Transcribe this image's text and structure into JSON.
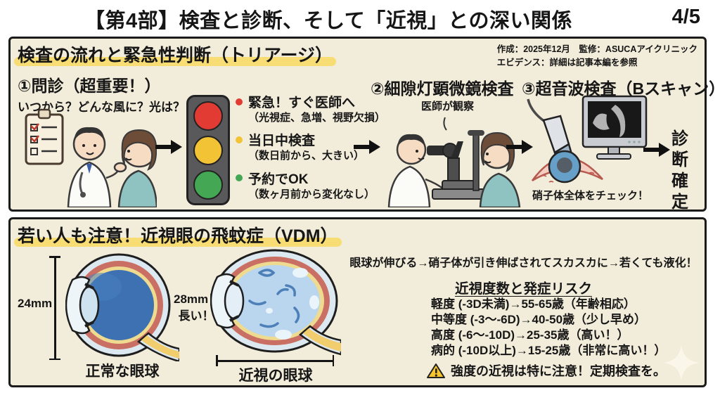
{
  "page": {
    "title": "【第4部】検査と診断、そして「近視」との深い関係",
    "page_number": "4/5"
  },
  "triage_panel": {
    "header": "検査の流れと緊急性判断（トリアージ）",
    "credits_line1": "作成：2025年12月　監修：ASUCAアイクリニック",
    "credits_line2": "エビデンス：詳細は記事本編を参照",
    "step1": {
      "title": "①問診（超重要！）",
      "question": "いつから？どんな風に？光は？"
    },
    "triage_levels": [
      {
        "label": "緊急！すぐ医師へ",
        "detail": "（光視症、急増、視野欠損）",
        "color": "#e23b34"
      },
      {
        "label": "当日中検査",
        "detail": "（数日前から、大きい）",
        "color": "#f2c335"
      },
      {
        "label": "予約でOK",
        "detail": "（数ヶ月前から変化なし）",
        "color": "#43a753"
      }
    ],
    "step2": {
      "title": "②細隙灯顕微鏡検査",
      "caption": "医師が観察"
    },
    "step3": {
      "title": "③超音波検査（Bスキャン）",
      "caption": "硝子体全体をチェック！"
    },
    "result_line1": "診断",
    "result_line2": "確定",
    "traffic_light_colors": {
      "top": "#e23b34",
      "middle": "#f2c335",
      "bottom": "#43a753"
    }
  },
  "vdm_panel": {
    "header": "若い人も注意！近視眼の飛蚊症（VDM）",
    "normal_eye": {
      "measure": "24mm",
      "label": "正常な眼球"
    },
    "myopic_eye": {
      "note_line1": "28mm！",
      "note_line2": "長い！",
      "label": "近視の眼球"
    },
    "explanation": "眼球が伸びる→硝子体が引き伸ばされてスカスカに→若くても液化！",
    "risk_title": "近視度数と発症リスク",
    "risk_items": [
      "軽度 (-3D未満)→55-65歳（年齢相応）",
      "中等度 (-3〜-6D)→40-50歳（少し早め）",
      "高度 (-6〜-10D)→25-35歳（高い！）",
      "病的 (-10D以上)→15-25歳（非常に高い！）"
    ],
    "warning": "強度の近視は特に注意！定期検査を。"
  },
  "colors": {
    "panel_background": "#f2ecda",
    "highlight_yellow": "#f8dd75",
    "normal_vitreous": "#3d71b2",
    "myopic_vitreous": "#b9d6ee",
    "choroid": "#c96f63",
    "optic_nerve": "#f2cd6d"
  }
}
